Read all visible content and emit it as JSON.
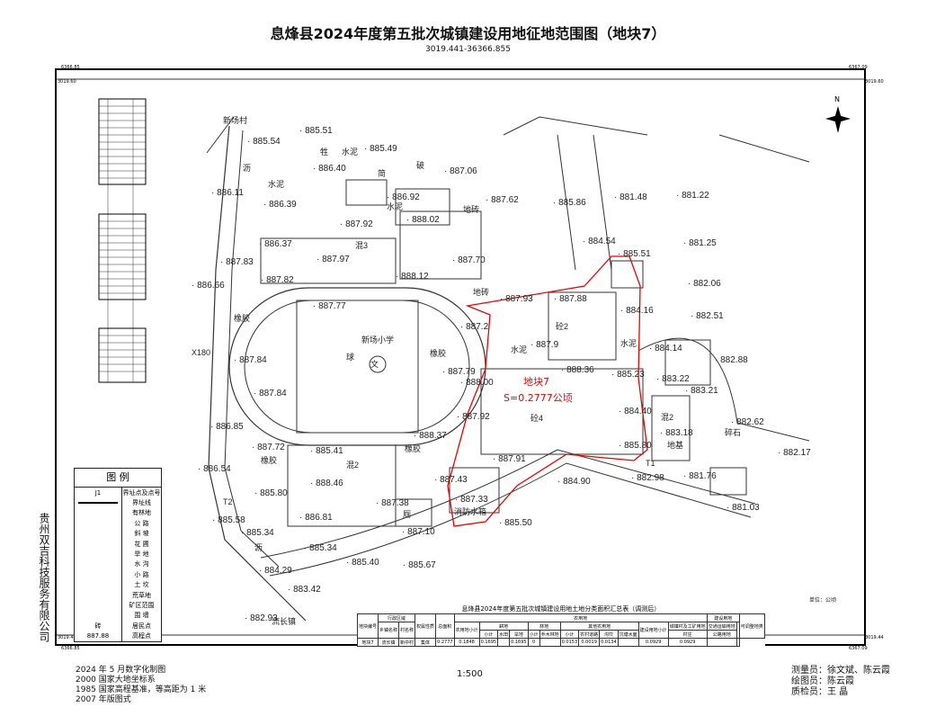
{
  "title": "息烽县2024年度第五批次城镇建设用地征地范围图（地块7）",
  "coord_range": "3019.441-36366.855",
  "corners": {
    "tl_x": "6366.85",
    "tl_y": "3019.60",
    "tr_x": "6367.09",
    "tr_y": "3019.60",
    "bl_x": "6366.85",
    "bl_y": "3019.44",
    "br_x": "6367.09",
    "br_y": "3019.44"
  },
  "north": "N",
  "company": "贵州双吉科技服务有限公司",
  "parcel": {
    "name": "地块7",
    "area": "S=0.2777公顷"
  },
  "map_labels": [
    "新场村",
    "新场小学",
    "球",
    "文",
    "砼2",
    "砼4",
    "混2",
    "混3",
    "混2",
    "水泥",
    "水泥",
    "水泥",
    "水泥",
    "水泥",
    "橡胶",
    "橡胶",
    "橡胶",
    "橡胶",
    "地砖",
    "地砖",
    "消防水箱",
    "厕",
    "牲",
    "破",
    "简",
    "地基",
    "碎石",
    "流长镇",
    "沥",
    "沥",
    "X180",
    "T2",
    "T1"
  ],
  "elevations": [
    "885.51",
    "885.54",
    "885.49",
    "886.40",
    "887.06",
    "886.11",
    "886.39",
    "886.92",
    "887.62",
    "885.86",
    "881.48",
    "881.22",
    "887.92",
    "888.02",
    "886.37",
    "884.54",
    "885.51",
    "881.25",
    "887.83",
    "887.97",
    "887.70",
    "886.66",
    "887.82",
    "888.12",
    "882.06",
    "887.93",
    "887.88",
    "887.77",
    "884.16",
    "882.51",
    "887.2",
    "887.9",
    "884.14",
    "882.88",
    "887.84",
    "887.79",
    "888.00",
    "888.36",
    "885.23",
    "883.22",
    "883.21",
    "887.84",
    "887.92",
    "884.40",
    "886.85",
    "888.37",
    "882.62",
    "883.18",
    "887.72",
    "885.41",
    "887.91",
    "885.80",
    "882.17",
    "886.54",
    "888.46",
    "887.43",
    "884.90",
    "882.98",
    "885.80",
    "887.38",
    "887.33",
    "881.76",
    "881.03",
    "885.58",
    "885.34",
    "886.81",
    "887.10",
    "885.50",
    "885.34",
    "885.40",
    "885.67",
    "884.29",
    "883.42",
    "882.93"
  ],
  "legend": {
    "title": "图  例",
    "items": [
      "界址点及点号",
      "界址线",
      "有林地",
      "公  路",
      "斜  坡",
      "花  圃",
      "旱  地",
      "水  沟",
      "小  路",
      "土  坎",
      "荒草地",
      "矿区范围",
      "围  墙",
      "居民点",
      "高程点"
    ],
    "sample_elev": "887.88",
    "sample_house": "砖",
    "sample_point": "J1"
  },
  "table": {
    "title": "息烽县2024年度第五批次城镇建设用地土地分类面积汇总表（调测后）",
    "unit": "单位：公顷",
    "headers": [
      "地块编号",
      "行政区域",
      "权属性质",
      "总面积",
      "农用地",
      "建设用地",
      "可调整地类",
      "乡镇名称",
      "村名称",
      "农用地小计",
      "耕地",
      "林地",
      "其他农用地",
      "小计",
      "水田",
      "旱地",
      "小计",
      "乔木林地",
      "小计",
      "农村道路",
      "沟坎",
      "坑塘水面",
      "建设用地小计",
      "城镇村及工矿用地",
      "交通运输用地",
      "村庄",
      "公路用地"
    ],
    "row": [
      "地块7",
      "流长镇",
      "新中村",
      "集体",
      "0.2777",
      "0.1848",
      "0.1695",
      "",
      "0.1695",
      "0",
      "",
      "0.0153",
      "0.0019",
      "0.0134",
      "",
      "0.0929",
      "0.0929",
      "",
      ""
    ]
  },
  "footer": {
    "left": [
      "2024 年 5 月数字化制图",
      "2000 国家大地坐标系",
      "1985 国家高程基准，等高距为 1 米",
      "2007 年版图式"
    ],
    "scale": "1:500",
    "right": [
      "测量员：徐文斌、陈云霞",
      "绘图员：陈云霞",
      "质检员：王  晶"
    ]
  }
}
